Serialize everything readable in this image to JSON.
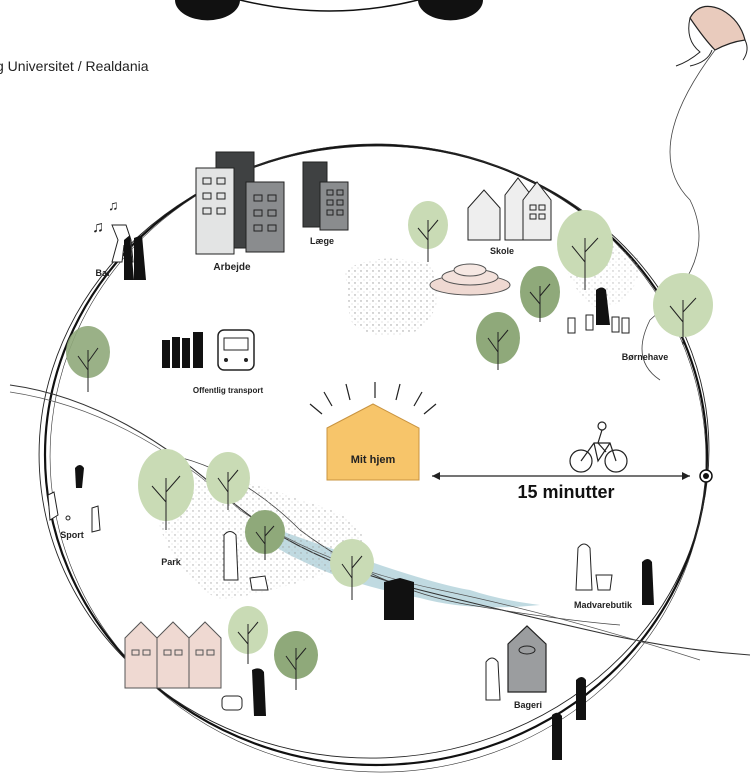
{
  "credit": "g Universitet / Realdania",
  "home": {
    "label": "Mit hjem"
  },
  "distance": {
    "label": "15 minutter"
  },
  "places": {
    "work": "Arbejde",
    "doctor": "Læge",
    "bar": "Bar",
    "school": "Skole",
    "kindergarten": "Børnehave",
    "transport": "Offentlig transport",
    "sport": "Sport",
    "park": "Park",
    "grocery": "Madvarebutik",
    "bakery": "Bageri"
  },
  "colors": {
    "home_fill": "#f7c56a",
    "tree_green": "#8fa97a",
    "tree_light": "#c9dbb5",
    "water": "#b5d3dc",
    "house_pink": "#efd9d2",
    "building_dark": "#3f4142",
    "building_mid": "#8a8c8e",
    "building_light": "#e3e4e4",
    "kite": "#e9cbbd"
  }
}
